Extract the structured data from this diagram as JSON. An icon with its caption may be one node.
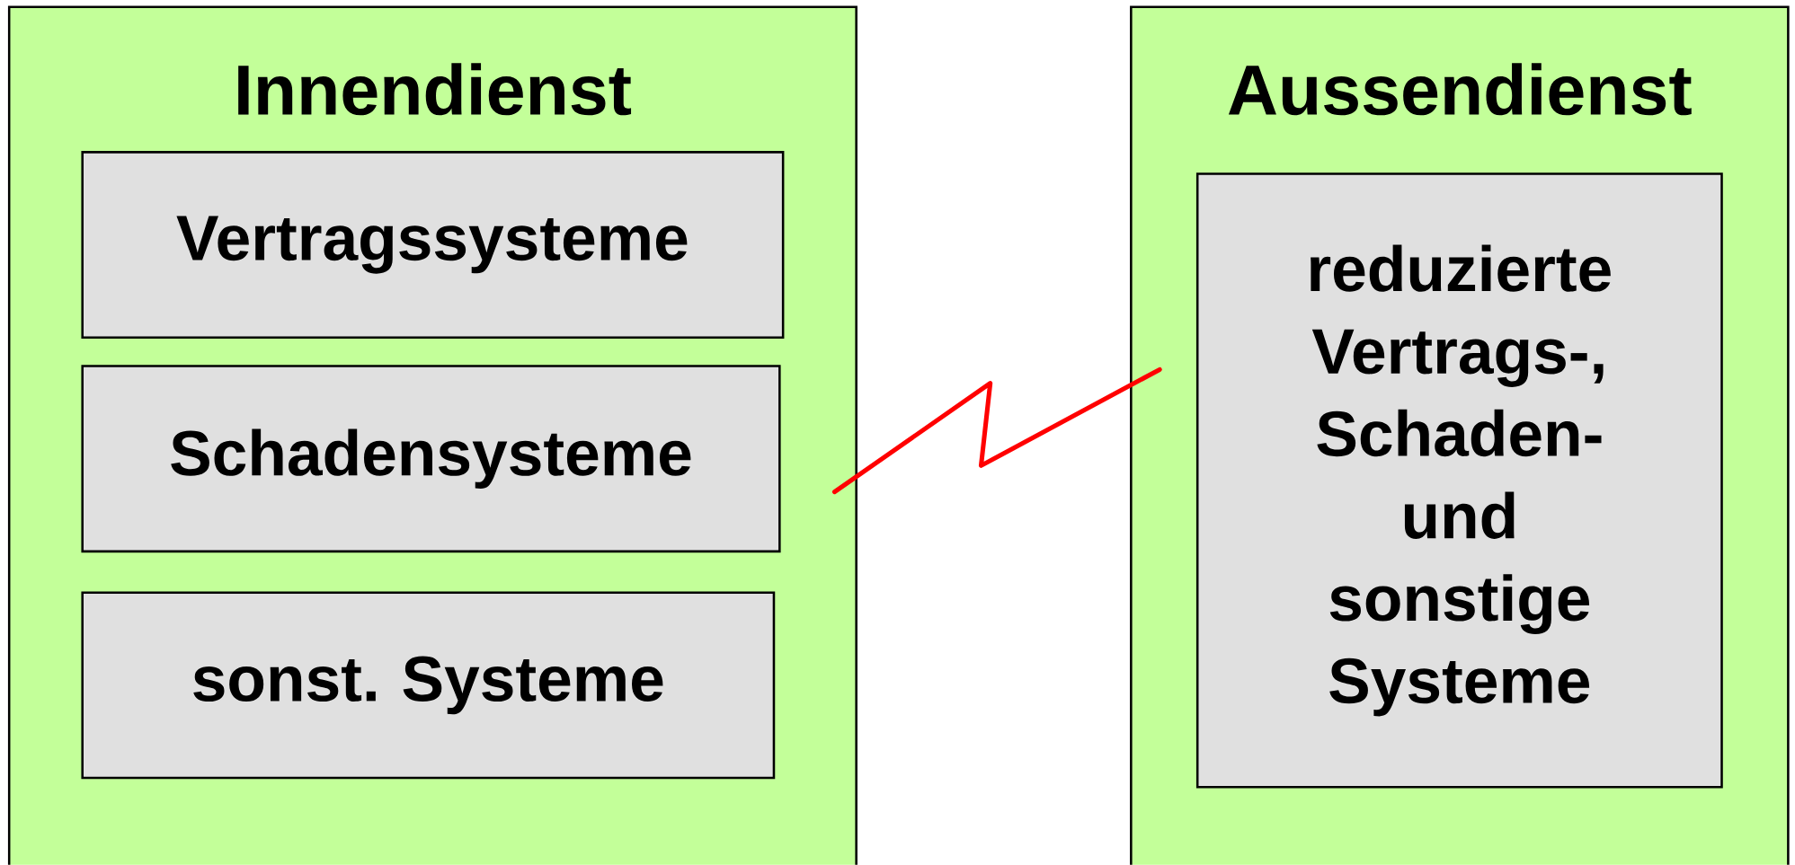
{
  "diagram": {
    "nodes": [
      {
        "text": [
          "Innendienst"
        ]
      },
      {
        "text": [
          "Vertragssysteme"
        ],
        "in": 0
      },
      {
        "text": [
          "Schadensysteme"
        ],
        "in": 0
      },
      {
        "text": [
          "sonst. Systeme"
        ],
        "in": 0
      },
      {
        "text": [
          "Aussendienst"
        ]
      },
      {
        "text": [
          "reduzierte Vertrags-, Schaden- und sonstige Systeme"
        ],
        "in": 4
      }
    ],
    "edges": [
      {
        "from": 0,
        "to": 4,
        "arrow": "none",
        "color": "#ff0000"
      }
    ]
  }
}
